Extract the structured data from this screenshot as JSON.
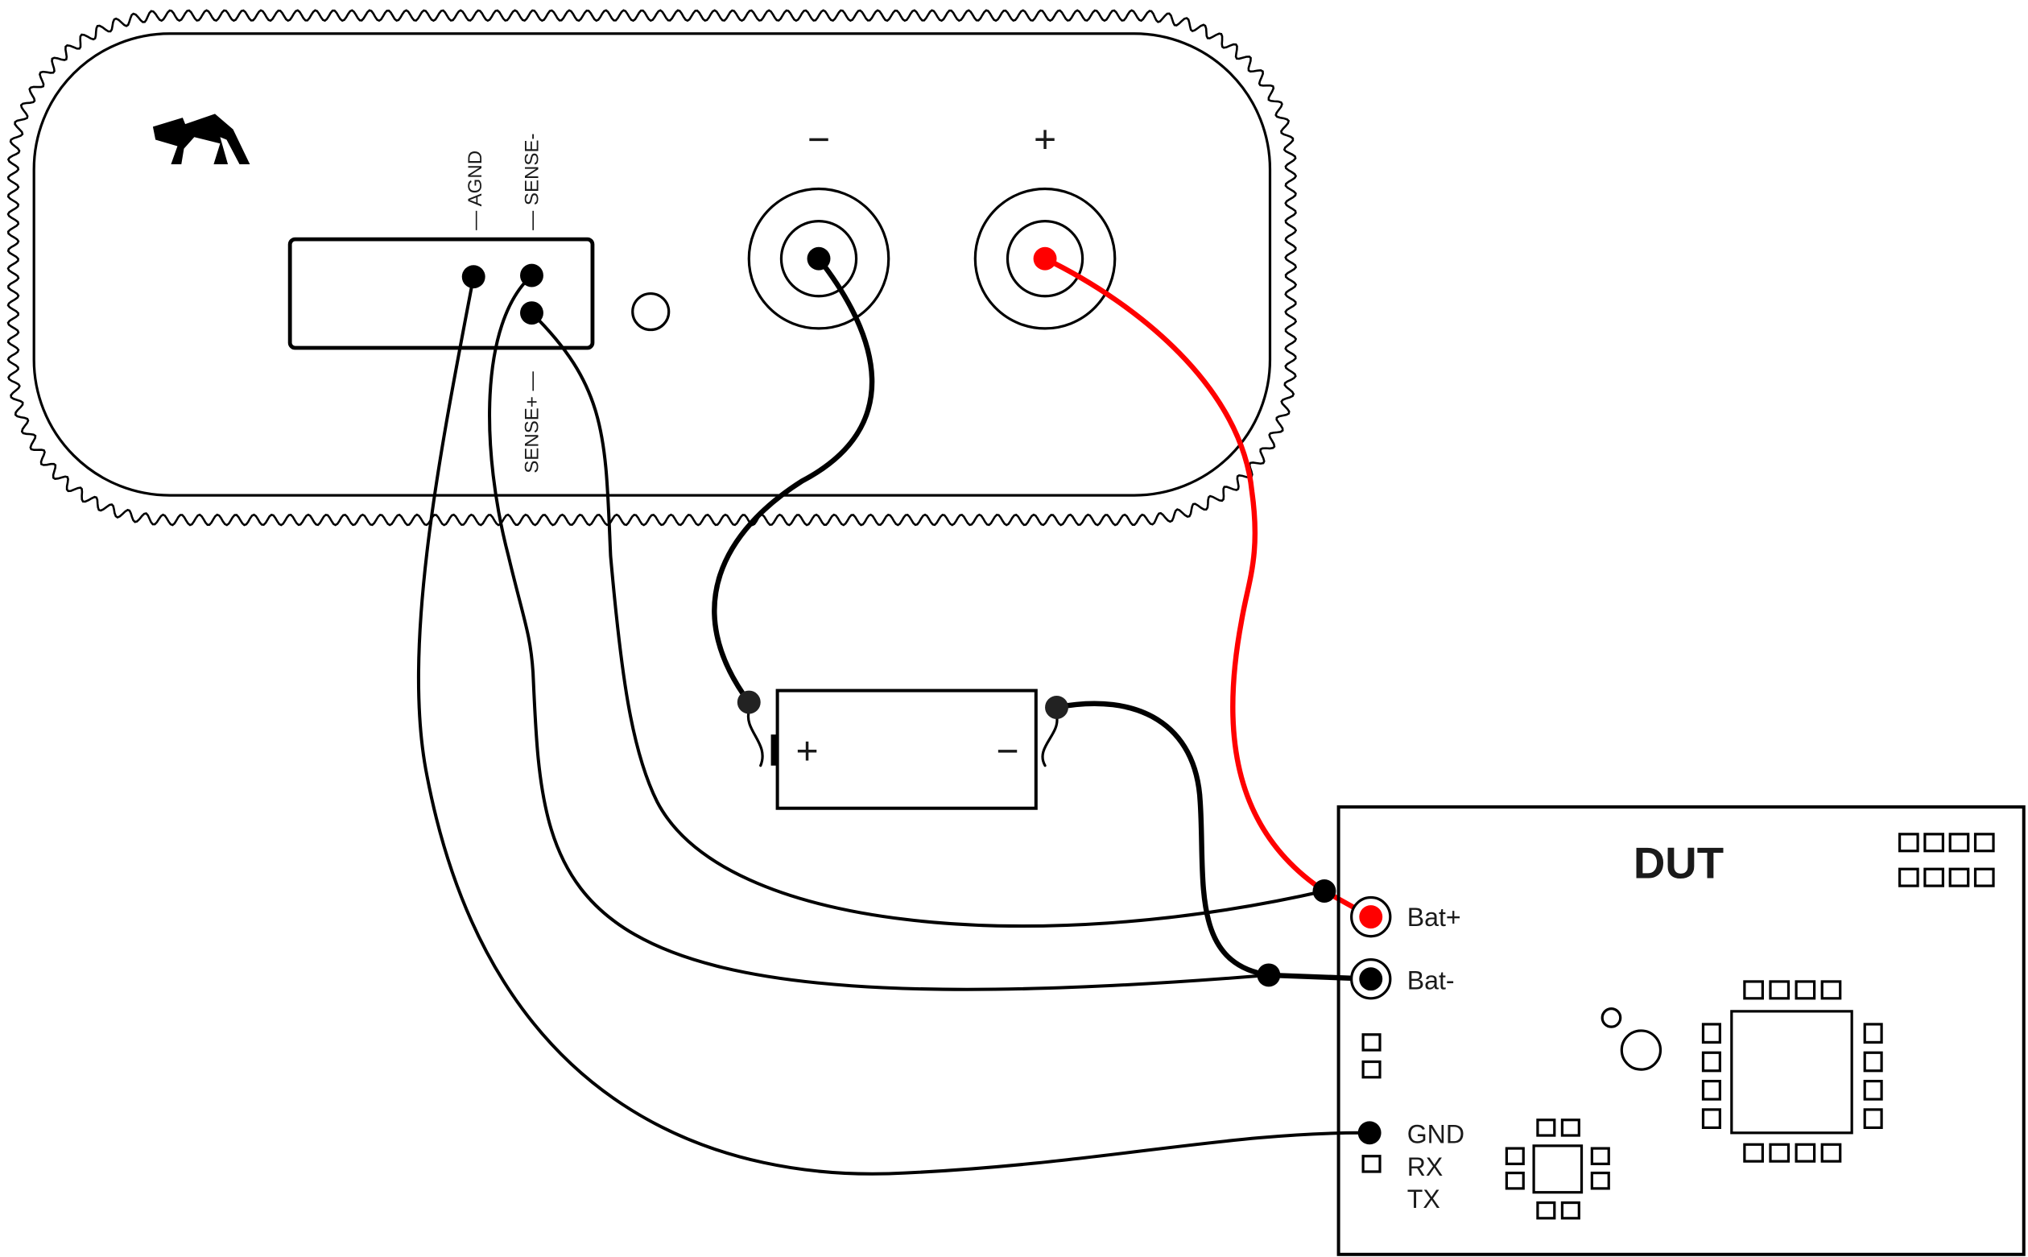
{
  "power_supply": {
    "labels": {
      "agnd": "— AGND",
      "sense_minus": "— SENSE-",
      "sense_plus": "SENSE+ —"
    },
    "posts": {
      "minus": "−",
      "plus": "+"
    }
  },
  "battery": {
    "plus": "+",
    "minus": "−"
  },
  "dut": {
    "title": "DUT",
    "pins": {
      "bat_plus": "Bat+",
      "bat_minus": "Bat-",
      "gnd": "GND",
      "rx": "RX",
      "tx": "TX"
    }
  },
  "colors": {
    "wire_positive": "#ff0000",
    "wire": "#000000"
  }
}
